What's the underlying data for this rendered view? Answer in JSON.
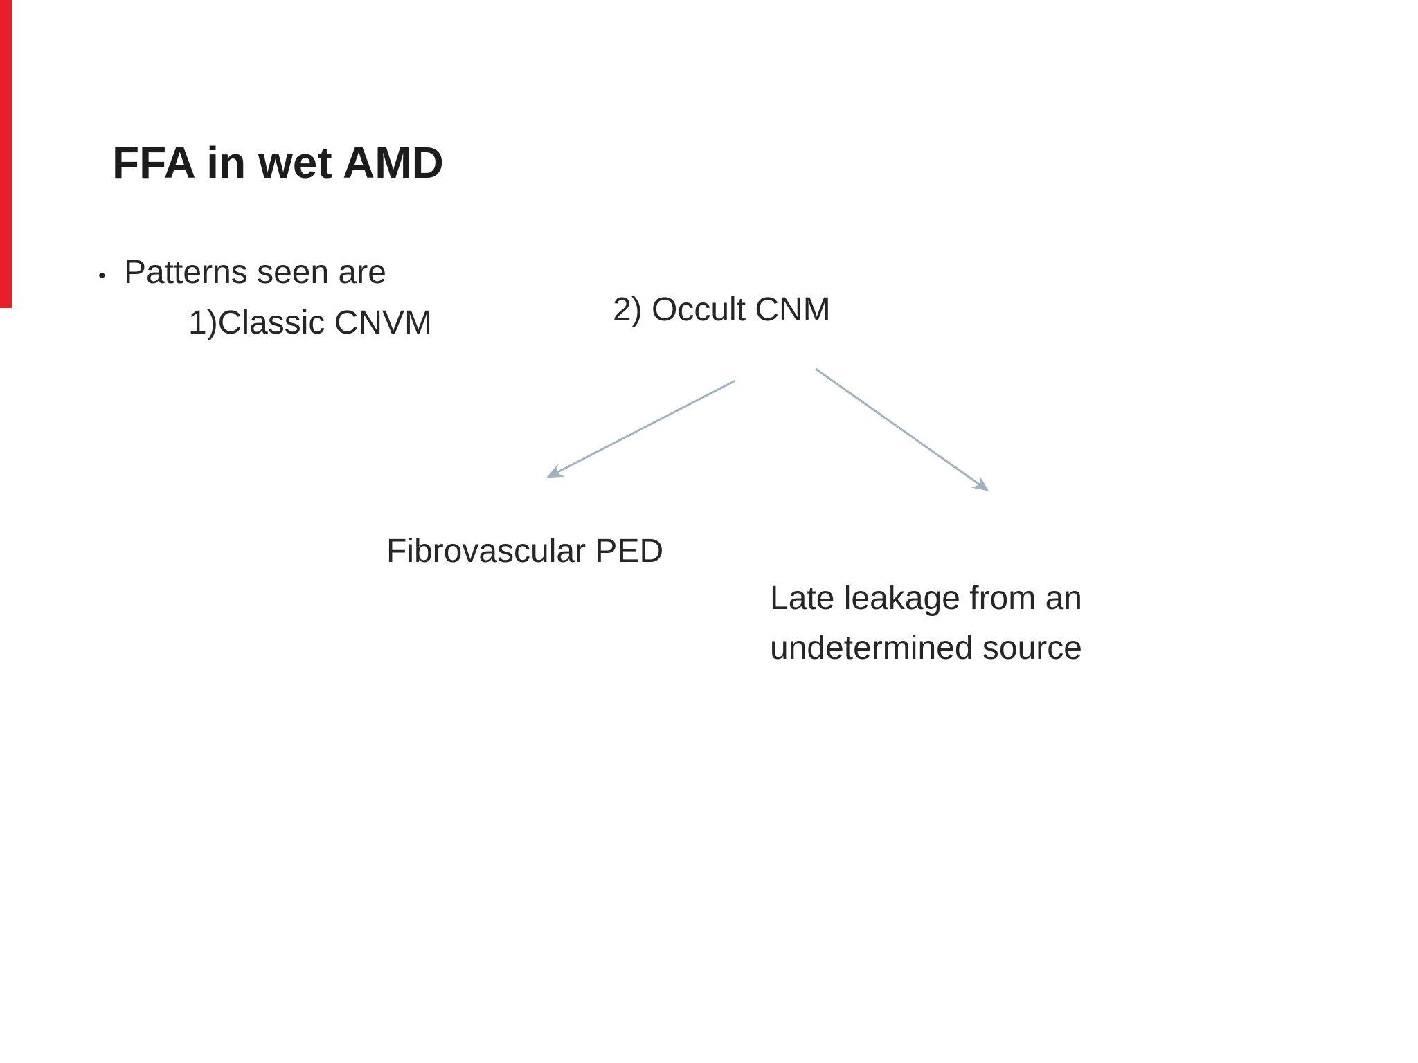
{
  "slide": {
    "title": "FFA in wet AMD",
    "bullet": {
      "marker": "•",
      "text": "Patterns seen are"
    },
    "patterns": [
      {
        "label": "1)Classic CNVM"
      },
      {
        "label": "2) Occult CNM"
      }
    ],
    "occult_branches": [
      {
        "label": "Fibrovascular PED",
        "lines": [
          "Fibrovascular PED"
        ]
      },
      {
        "label": "Late leakage from an undetermined source",
        "lines": [
          "Late leakage from an",
          "undetermined source"
        ]
      }
    ]
  },
  "colors": {
    "accent-bar": "#e81e29",
    "arrow": "#a3b2c2",
    "text": "#262626",
    "title": "#1c1c1c",
    "bg": "#ffffff"
  }
}
